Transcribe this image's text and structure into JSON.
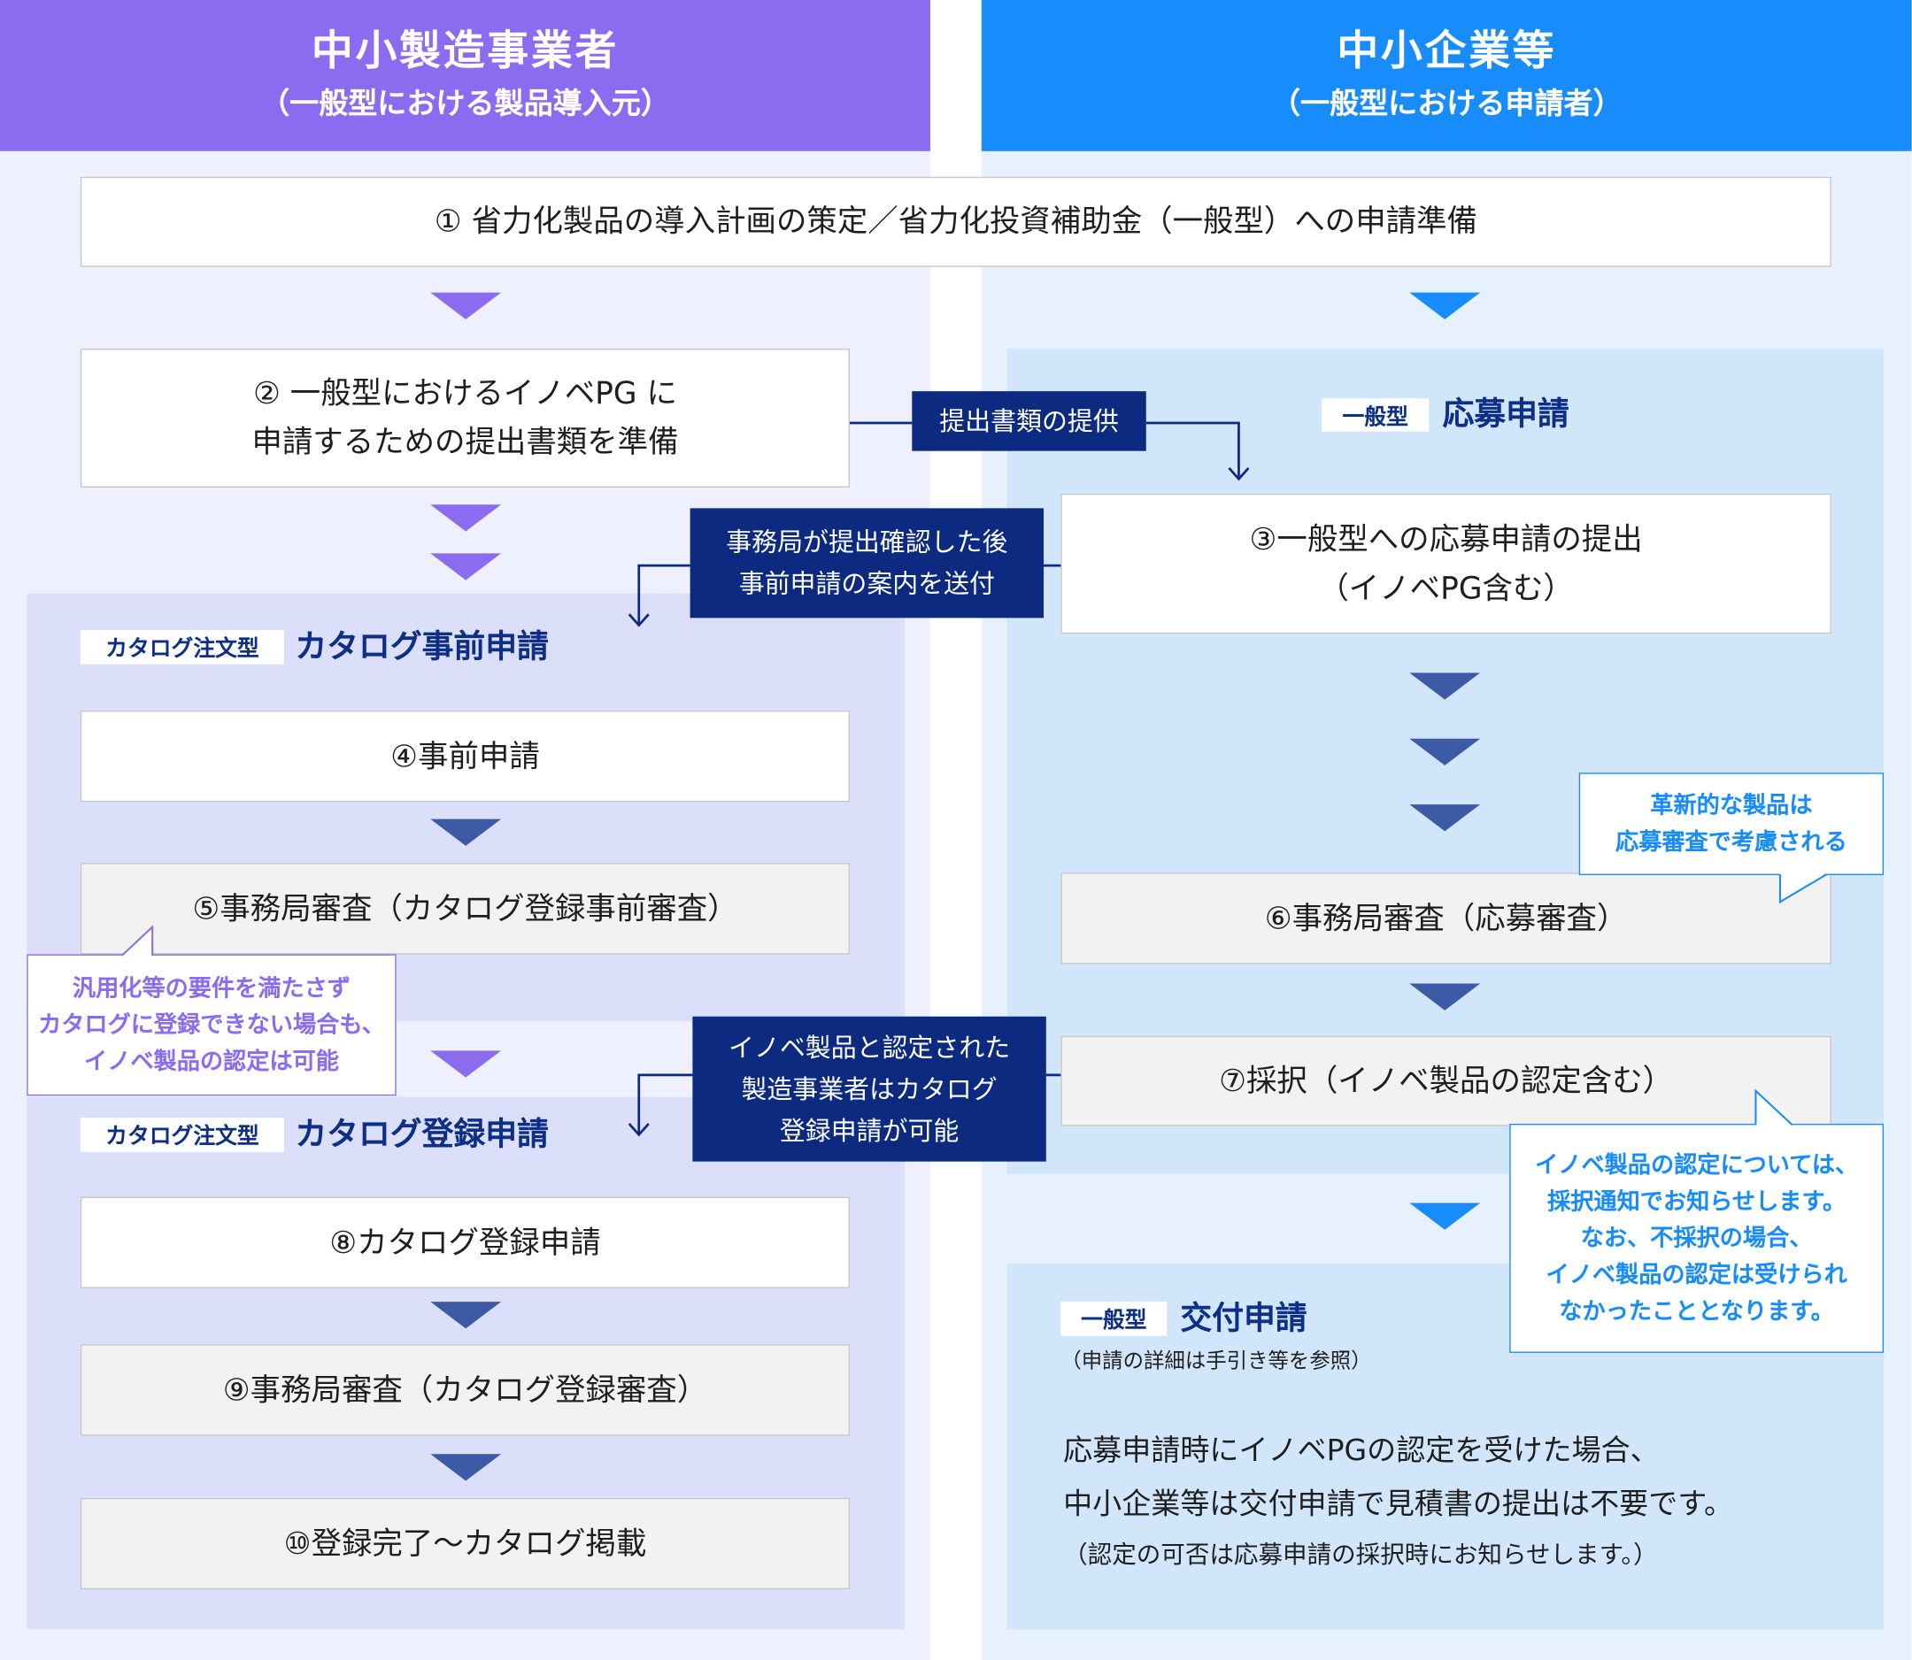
{
  "columns": {
    "left": {
      "title": "中小製造事業者",
      "subtitle": "（一般型における製品導入元）"
    },
    "right": {
      "title": "中小企業等",
      "subtitle": "（一般型における申請者）"
    }
  },
  "steps": {
    "s1": "① 省力化製品の導入計画の策定／省力化投資補助金（一般型）への申請準備",
    "s2": [
      "② 一般型におけるイノベPG に",
      "申請するための提出書類を準備"
    ],
    "s3": [
      "③一般型への応募申請の提出",
      "（イノベPG含む）"
    ],
    "s4": "④事前申請",
    "s5": "⑤事務局審査（カタログ登録事前審査）",
    "s6": "⑥事務局審査（応募審査）",
    "s7": "⑦採択（イノベ製品の認定含む）",
    "s8": "⑧カタログ登録申請",
    "s9": "⑨事務局審査（カタログ登録審査）",
    "s10": "⑩登録完了～カタログ掲載"
  },
  "sections": {
    "apply": {
      "tag": "一般型",
      "title": "応募申請"
    },
    "catalog_pre": {
      "tag": "カタログ注文型",
      "title": "カタログ事前申請"
    },
    "catalog_reg": {
      "tag": "カタログ注文型",
      "title": "カタログ登録申請"
    },
    "grant": {
      "tag": "一般型",
      "title": "交付申請",
      "note": "（申請の詳細は手引き等を参照）",
      "body": [
        "応募申請時にイノベPGの認定を受けた場合、",
        "中小企業等は交付申請で見積書の提出は不要です。"
      ],
      "footnote": "（認定の可否は応募申請の採択時にお知らせします。）"
    }
  },
  "connectors": {
    "docs": "提出書類の提供",
    "guide": [
      "事務局が提出確認した後",
      "事前申請の案内を送付"
    ],
    "catalog": [
      "イノベ製品と認定された",
      "製造事業者はカタログ",
      "登録申請が可能"
    ]
  },
  "callouts": {
    "general": [
      "汎用化等の要件を満たさず",
      "カタログに登録できない場合も、",
      "イノベ製品の認定は可能"
    ],
    "innovative": [
      "革新的な製品は",
      "応募審査で考慮される"
    ],
    "notice": [
      "イノベ製品の認定については、",
      "採択通知でお知らせします。",
      "なお、不採択の場合、",
      "イノベ製品の認定は受けられ",
      "なかったこととなります。"
    ]
  },
  "icons": {
    "flow_arrow": "down-triangle",
    "connector_arrow": "down-chevron"
  },
  "colors": {
    "manufacturer": "#8b6cf0",
    "applicant": "#178cfa",
    "navy": "#0b2a80",
    "step_arrow": "#3d5aa6",
    "review_box": "#f2f2f2"
  }
}
